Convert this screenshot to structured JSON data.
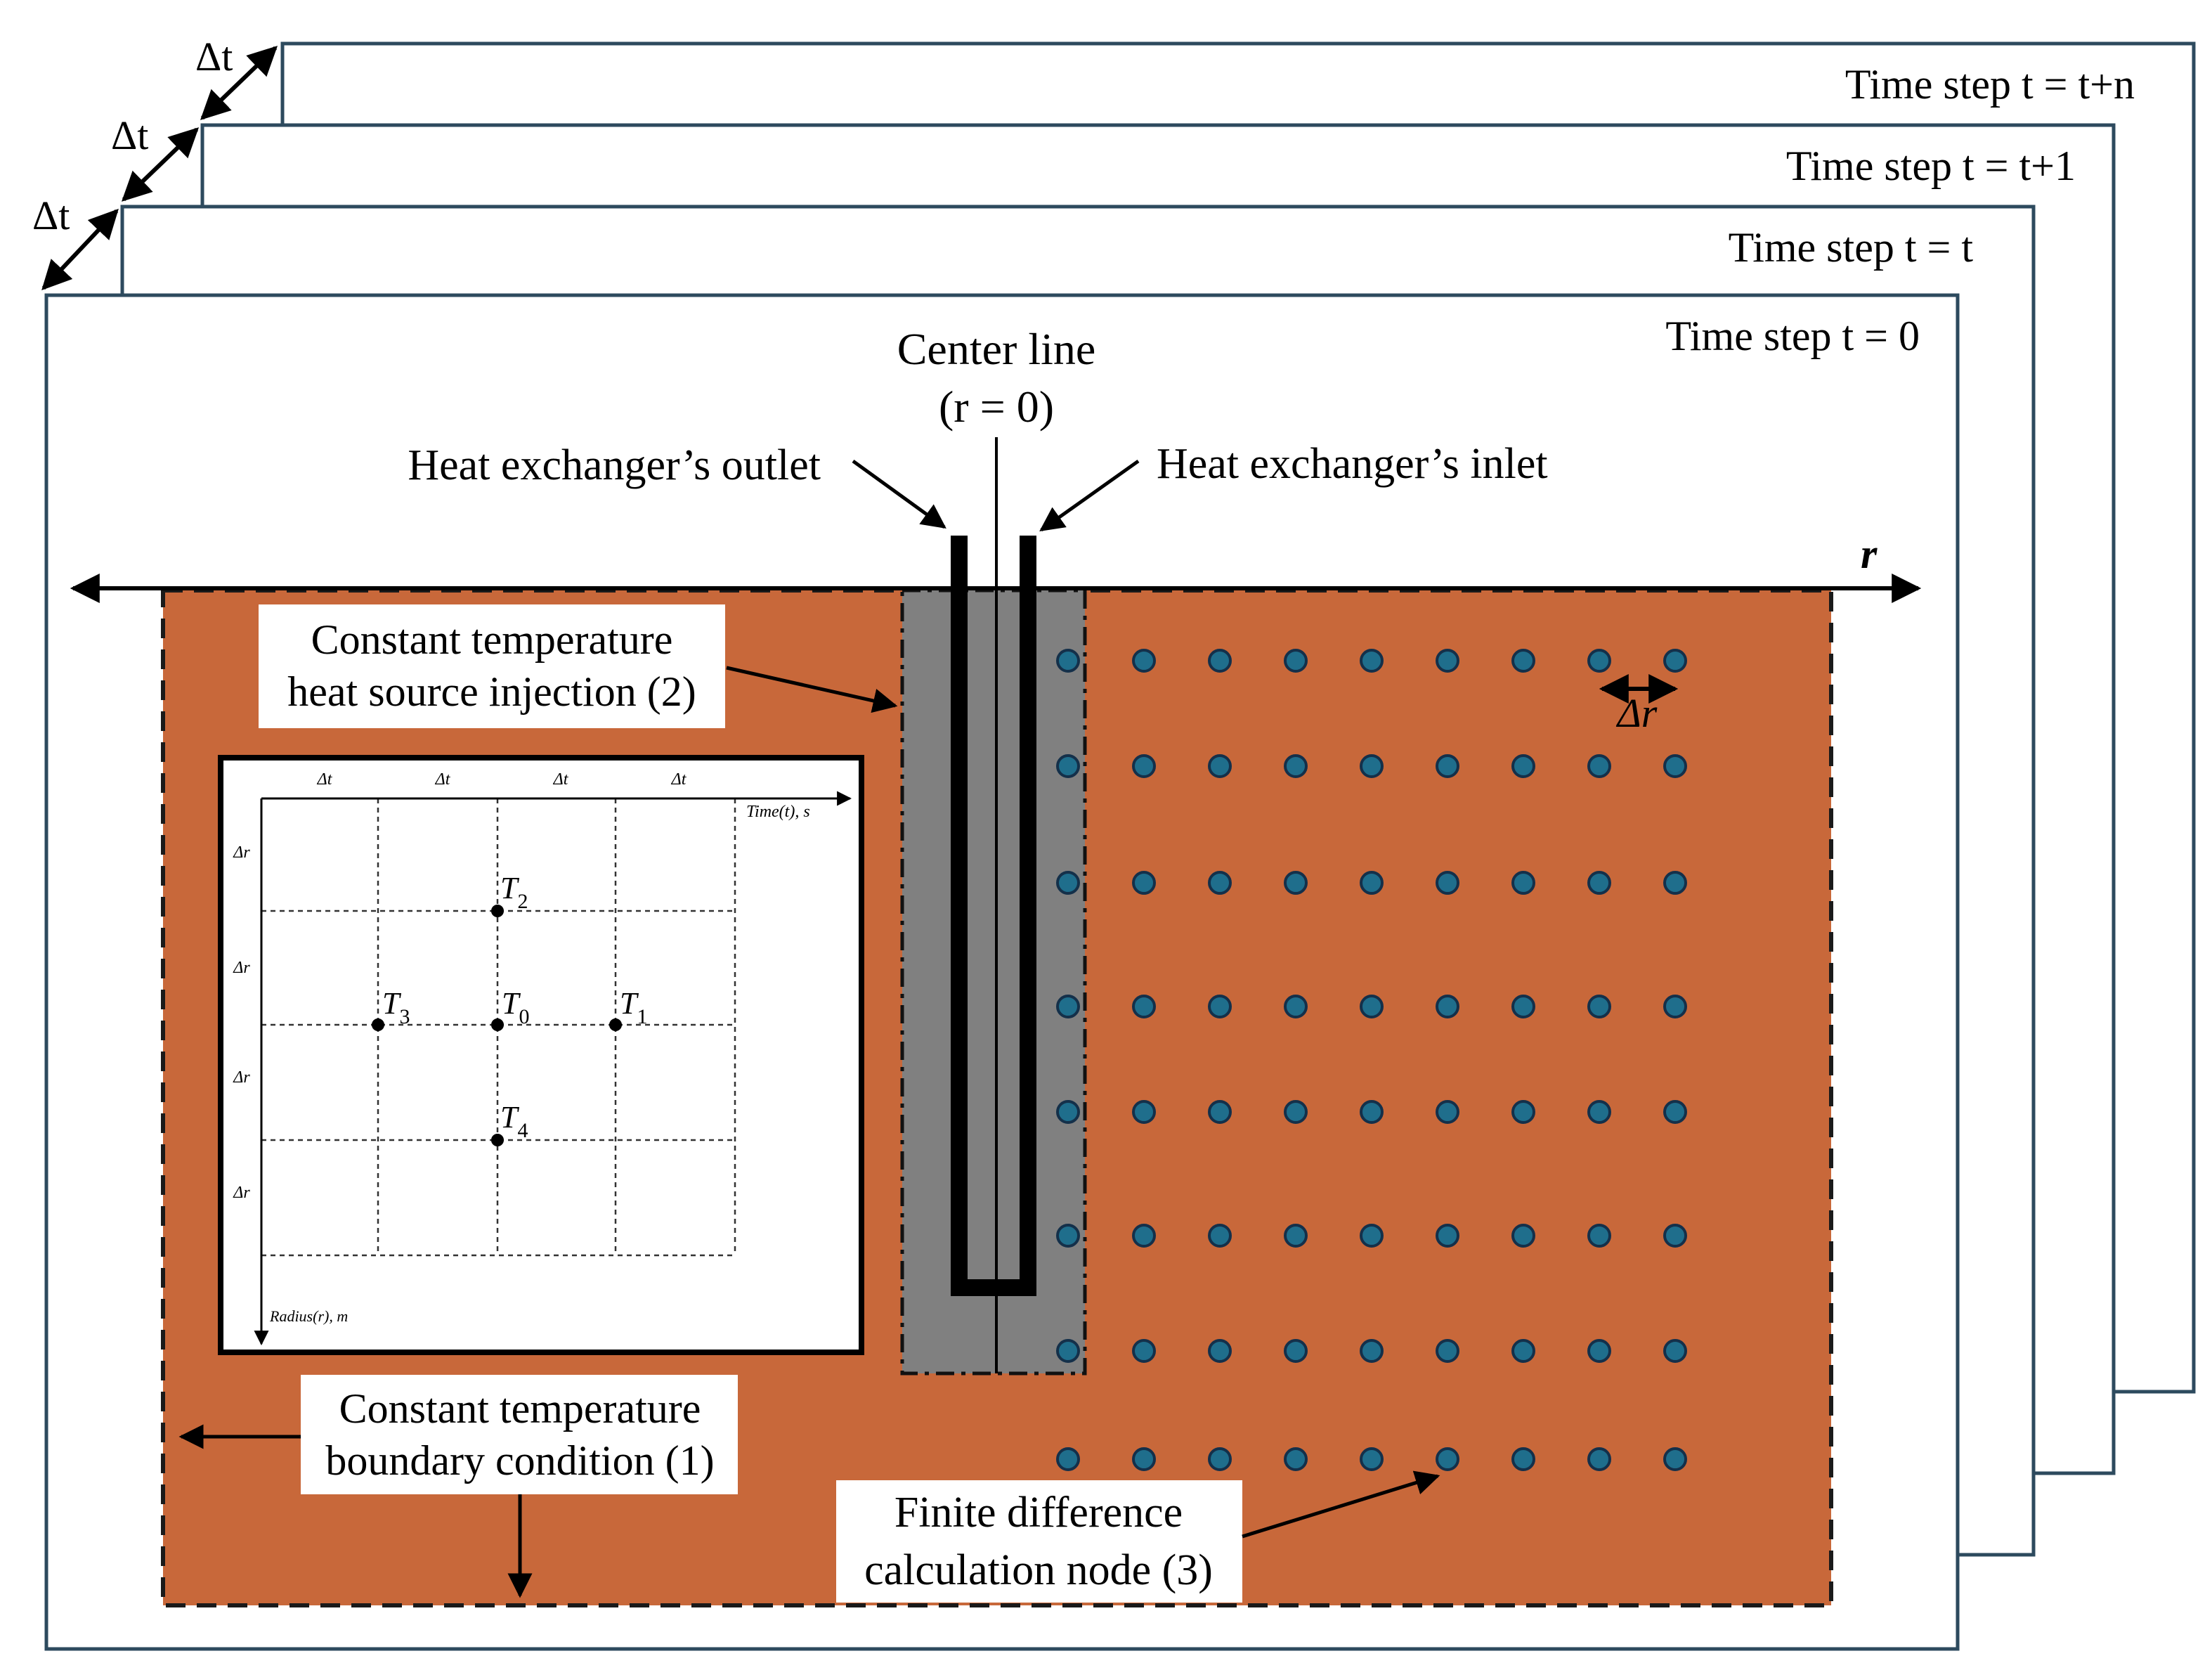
{
  "colors": {
    "soil": "#C8683A",
    "borehole": "#808080",
    "node_fill": "#1F6E8C",
    "node_stroke": "#14304A",
    "frame_stroke": "#2D4A5E",
    "line": "#000000"
  },
  "delta_t_labels": [
    "Δt",
    "Δt",
    "Δt"
  ],
  "time_steps": [
    "Time step t = t+n",
    "Time step t = t+1",
    "Time step t = t",
    "Time step t = 0"
  ],
  "center_line": {
    "line1": "Center line",
    "line2": "(r = 0)"
  },
  "hx_outlet_label": "Heat exchanger’s outlet",
  "hx_inlet_label": "Heat exchanger’s inlet",
  "r_axis_label": "r",
  "delta_r_label": "Δr",
  "callouts": {
    "heat_source": {
      "line1": "Constant temperature",
      "line2": "heat source injection (2)"
    },
    "boundary": {
      "line1": "Constant temperature",
      "line2": "boundary condition (1)"
    },
    "fd_node": {
      "line1": "Finite difference",
      "line2": "calculation node (3)"
    }
  },
  "inset": {
    "top_dt_labels": [
      "Δt",
      "Δt",
      "Δt",
      "Δt"
    ],
    "left_dr_labels": [
      "Δr",
      "Δr",
      "Δr",
      "Δr"
    ],
    "x_axis_label": "Time(t), s",
    "y_axis_label": "Radius(r), m",
    "nodes": {
      "T0": {
        "base": "T",
        "sub": "0"
      },
      "T1": {
        "base": "T",
        "sub": "1"
      },
      "T2": {
        "base": "T",
        "sub": "2"
      },
      "T3": {
        "base": "T",
        "sub": "3"
      },
      "T4": {
        "base": "T",
        "sub": "4"
      }
    }
  },
  "node_grid": {
    "rows": 8,
    "columns": 9
  }
}
